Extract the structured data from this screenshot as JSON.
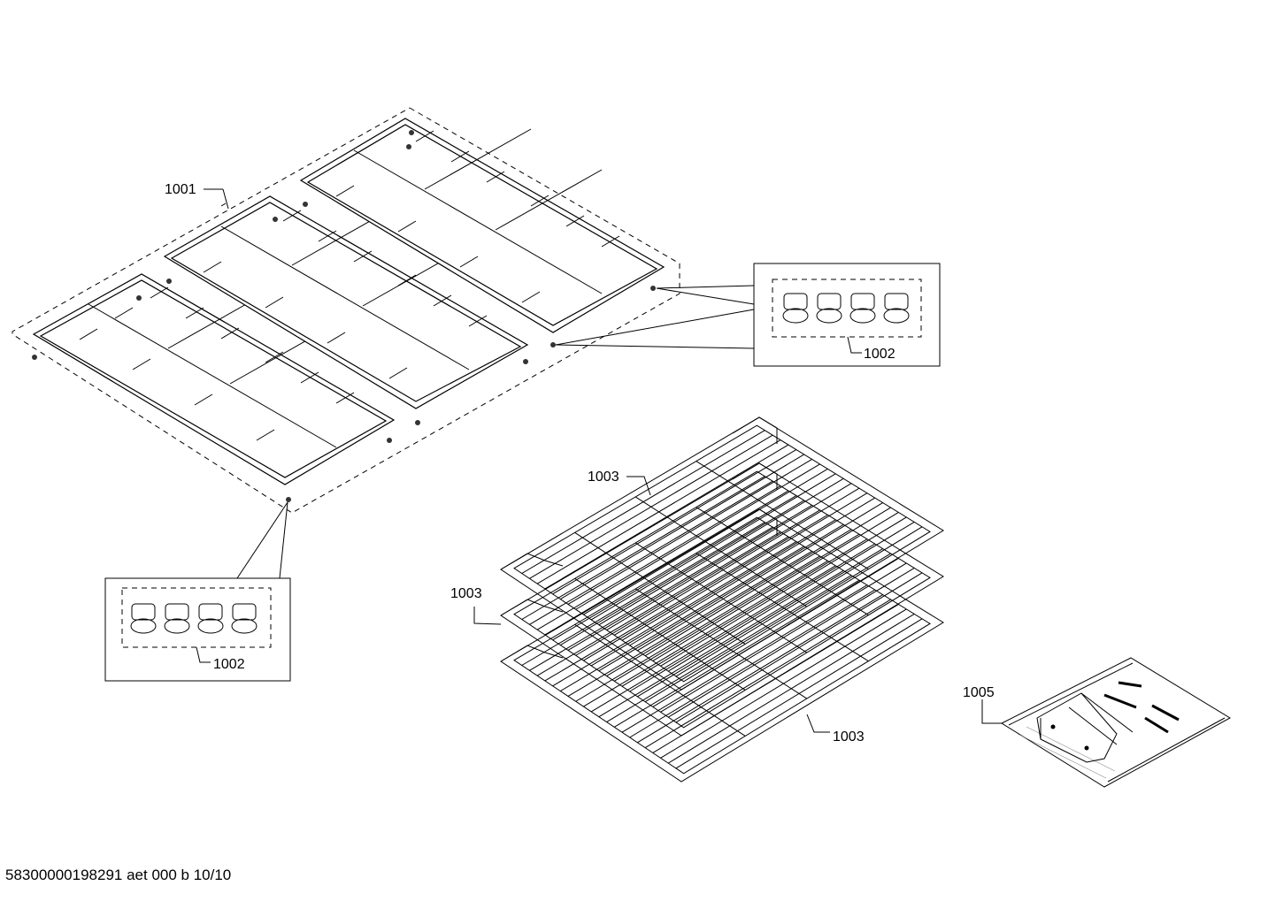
{
  "labels": {
    "grates": "1001",
    "feet_right": "1002",
    "feet_left": "1002",
    "rack_top": "1003",
    "rack_mid": "1003",
    "rack_bottom": "1003",
    "kit": "1005"
  },
  "footer": "58300000198291 aet 000 b 10/10"
}
